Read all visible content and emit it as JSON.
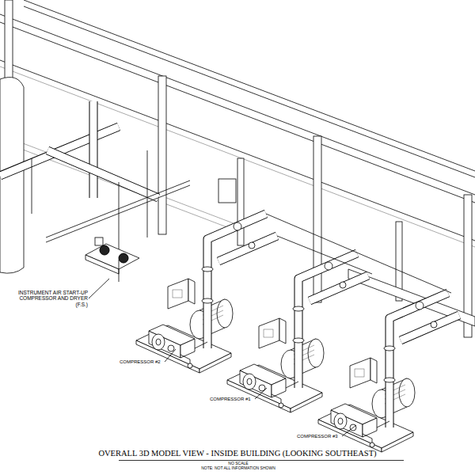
{
  "diagram": {
    "title": "OVERALL 3D MODEL VIEW - INSIDE BUILDING (LOOKING SOUTHEAST)",
    "labels": [
      "INSTRUMENT AIR START-UP COMPRESSOR AND DRYER (F.S.)",
      "COMPRESSOR #2",
      "COMPRESSOR #1",
      "COMPRESSOR #3",
      "NO SCALE",
      "NOTE: NOT ALL INFORMATION SHOWN"
    ]
  }
}
